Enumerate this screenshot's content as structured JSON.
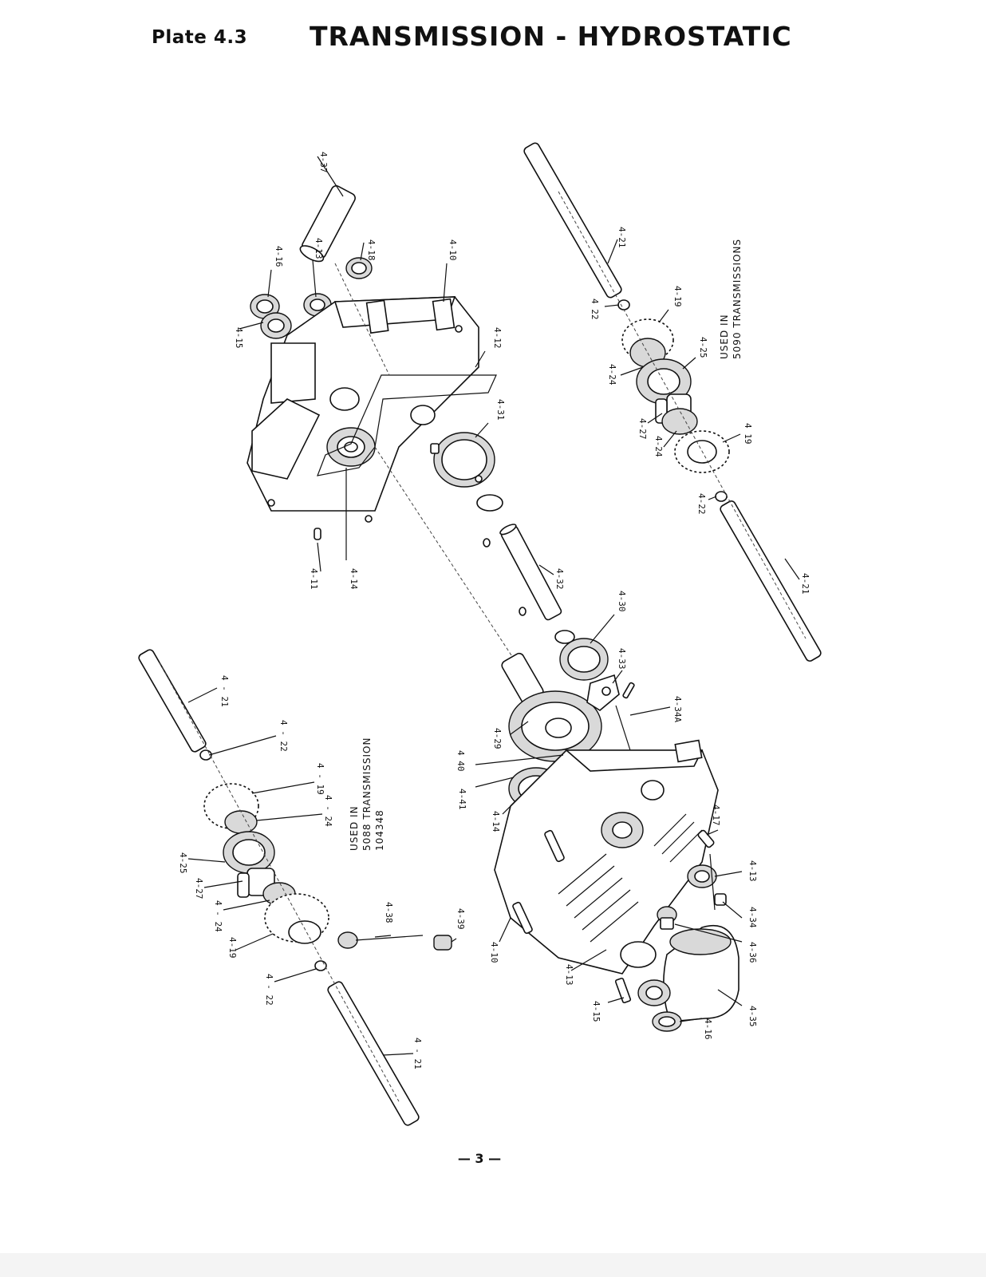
{
  "header": {
    "plate": "Plate 4.3",
    "title": "TRANSMISSION - HYDROSTATIC"
  },
  "notes": {
    "used_5090": [
      "USED IN",
      "5090 TRANSMISSIONS"
    ],
    "used_5088": [
      "USED IN",
      "5088 TRANSMISSION",
      "104348"
    ]
  },
  "parts": {
    "p4_37": "4-37",
    "p4_16a": "4-16",
    "p4_13a": "4-13",
    "p4_18": "4-18",
    "p4_10a": "4-10",
    "p4_15a": "4-15",
    "p4_12": "4-12",
    "p4_31": "4-31",
    "p4_11": "4-11",
    "p4_14a": "4-14",
    "p4_32": "4-32",
    "p4_30": "4-30",
    "p4_33": "4-33",
    "p4_34A": "4-34A",
    "p4_29": "4-29",
    "p4_40": "4 40",
    "p4_41": "4-41",
    "p4_14b": "4-14",
    "p4_17": "4-17",
    "p4_13b": "4-13",
    "p4_34": "4-34",
    "p4_36": "4-36",
    "p4_35": "4-35",
    "p4_16b": "4-16",
    "p4_15b": "4-15",
    "p4_13c": "4-13",
    "p4_10b": "4-10",
    "p4_39": "4-39",
    "p4_38": "4-38",
    "r4_21a": "4-21",
    "r4_22a": "4 22",
    "r4_19a": "4-19",
    "r4_25": "4-25",
    "r4_24a": "4-24",
    "r4_27": "4-27",
    "r4_24b": "4-24",
    "r4_19b": "4 19",
    "r4_22b": "4-22",
    "r4_21b": "4-21",
    "l4_21a": "4 - 21",
    "l4_22a": "4 - 22",
    "l4_19a": "4 - 19",
    "l4_24a": "4 - 24",
    "l4_25": "4-25",
    "l4_27": "4-27",
    "l4_24b": "4 - 24",
    "l4_19b": "4-19",
    "l4_22b": "4 - 22",
    "l4_21b": "4 - 21"
  },
  "footer": {
    "page": "— 3 —"
  }
}
